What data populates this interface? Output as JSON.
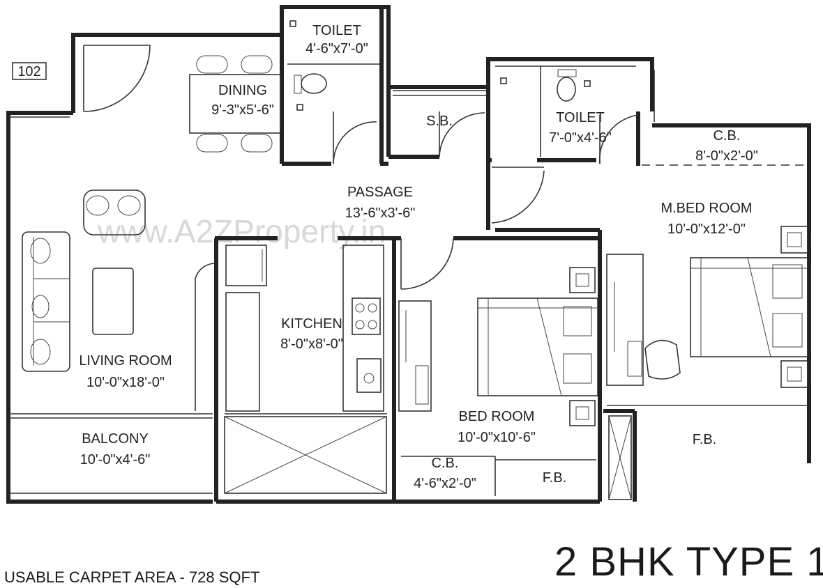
{
  "unit_number": "102",
  "plan_title": "2 BHK TYPE 1",
  "carpet_area": "USABLE CARPET AREA - 728 SQFT",
  "watermark": "www.A2ZProperty.in",
  "rooms": {
    "toilet1": {
      "name": "TOILET",
      "size": "4'-6\"x7'-0\""
    },
    "toilet2": {
      "name": "TOILET",
      "size": "7'-0\"x4'-6\""
    },
    "dining": {
      "name": "DINING",
      "size": "9'-3\"x5'-6\""
    },
    "sb": {
      "name": "S.B."
    },
    "cb_master": {
      "name": "C.B.",
      "size": "8'-0\"x2'-0\""
    },
    "passage": {
      "name": "PASSAGE",
      "size": "13'-6\"x3'-6\""
    },
    "master_bed": {
      "name": "M.BED ROOM",
      "size": "10'-0\"x12'-0\""
    },
    "kitchen": {
      "name": "KITCHEN",
      "size": "8'-0\"x8'-0\""
    },
    "living": {
      "name": "LIVING ROOM",
      "size": "10'-0\"x18'-0\""
    },
    "bed": {
      "name": "BED ROOM",
      "size": "10'-0\"x10'-6\""
    },
    "balcony": {
      "name": "BALCONY",
      "size": "10'-0\"x4'-6\""
    },
    "cb_bed": {
      "name": "C.B.",
      "size": "4'-6\"x2'-0\""
    },
    "fb_bed": {
      "name": "F.B."
    },
    "fb_master": {
      "name": "F.B."
    }
  }
}
